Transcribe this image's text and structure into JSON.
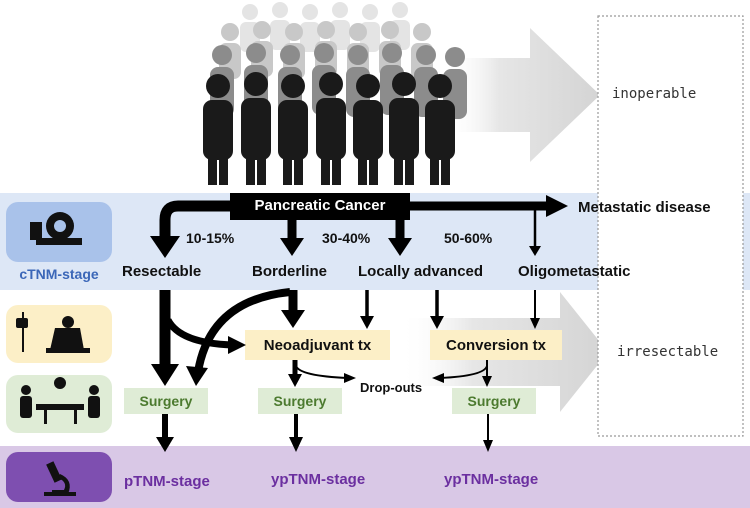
{
  "header": {
    "title": "Pancreatic Cancer",
    "metastatic": "Metastatic disease"
  },
  "stages": {
    "resectable": "Resectable",
    "borderline": "Borderline",
    "locally_advanced": "Locally advanced",
    "oligometastatic": "Oligometastatic"
  },
  "percents": {
    "p1": "10-15%",
    "p2": "30-40%",
    "p3": "50-60%"
  },
  "rows": {
    "ctnm": "cTNM-stage"
  },
  "boxes": {
    "neoadjuvant": "Neoadjuvant tx",
    "conversion": "Conversion tx",
    "surgery": "Surgery"
  },
  "dropouts": "Drop-outs",
  "side": {
    "inoperable": "inoperable",
    "irresectable": "irresectable"
  },
  "outcomes": {
    "ptnm": "pTNM-stage",
    "yptnm": "ypTNM-stage"
  },
  "icons": {
    "scanner": "mri-scanner-icon",
    "infusion": "infusion-chair-icon",
    "surgery": "surgical-team-icon",
    "microscope": "microscope-icon"
  },
  "colors": {
    "blue_band": "#dde7f6",
    "purple_band": "#d9c8e6",
    "yellow_box": "#fcefc7",
    "green_box": "#dfecd6",
    "blue_icon": "#a9c2ea",
    "purple_icon": "#7e4fb0",
    "ctnm_text": "#3b67b8",
    "ptnm_text": "#6b2fa0"
  }
}
